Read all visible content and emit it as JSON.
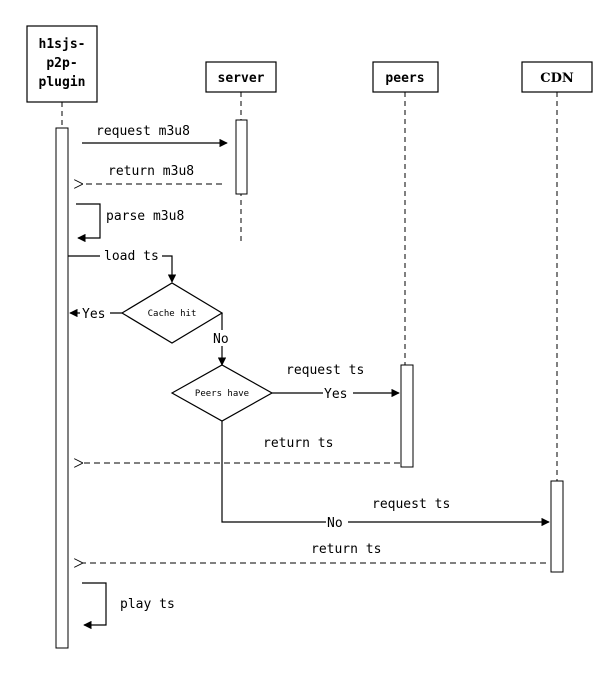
{
  "colors": {
    "stroke": "#000000",
    "background": "#ffffff"
  },
  "participants": {
    "plugin": [
      "h1sjs-",
      "p2p-",
      "plugin"
    ],
    "server": "server",
    "peers": "peers",
    "cdn": "CDN"
  },
  "messages": {
    "request_m3u8": "request m3u8",
    "return_m3u8": "return m3u8",
    "parse_m3u8": "parse m3u8",
    "load_ts": "load ts",
    "request_ts_peers": "request ts",
    "return_ts_peers": "return ts",
    "request_ts_cdn": "request ts",
    "return_ts_cdn": "return ts",
    "play_ts": "play ts"
  },
  "decisions": {
    "cache_hit": "Cache hit",
    "peers_have": "Peers have"
  },
  "branches": {
    "cache_yes": "Yes",
    "cache_no": "No",
    "peers_yes": "Yes",
    "peers_no": "No"
  }
}
